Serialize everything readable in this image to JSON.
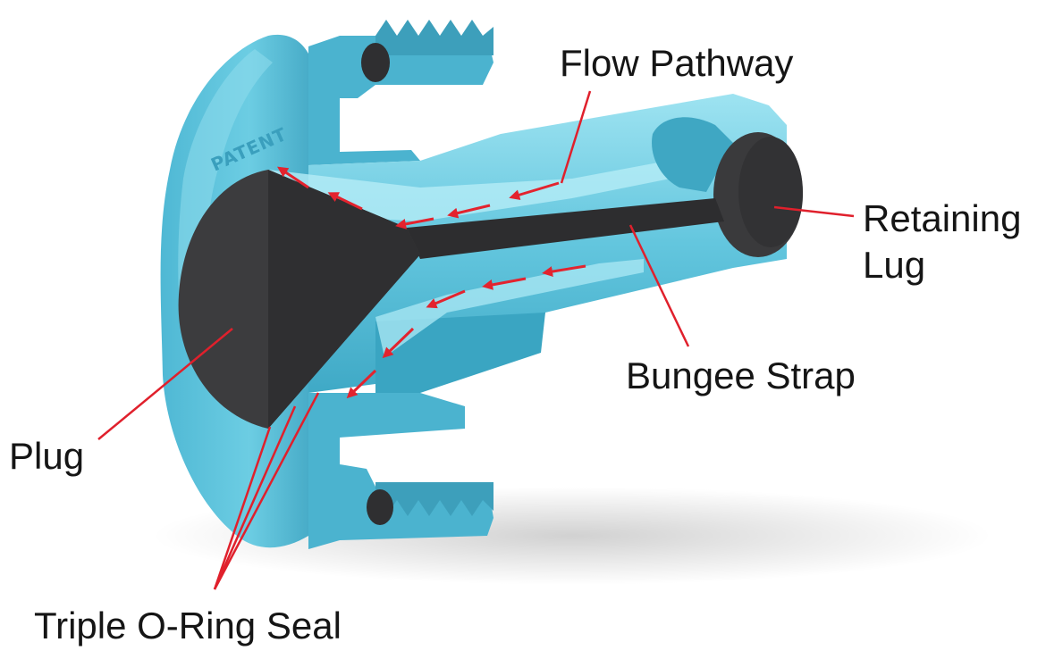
{
  "diagram": {
    "labels": {
      "flow_pathway": "Flow Pathway",
      "retaining_lug_line1": "Retaining",
      "retaining_lug_line2": "Lug",
      "bungee_strap": "Bungee Strap",
      "plug": "Plug",
      "triple_o_ring_seal": "Triple O-Ring Seal"
    },
    "embossed_text": "PATENT",
    "colors": {
      "body": "#5cc3dc",
      "body_light": "#8fdcec",
      "body_dark": "#2f9ab8",
      "rubber": "#3a3a3c",
      "rubber_dark": "#232325",
      "leader_lines": "#e0202c",
      "flow_arrows": "#e3232e",
      "text": "#151515"
    }
  }
}
